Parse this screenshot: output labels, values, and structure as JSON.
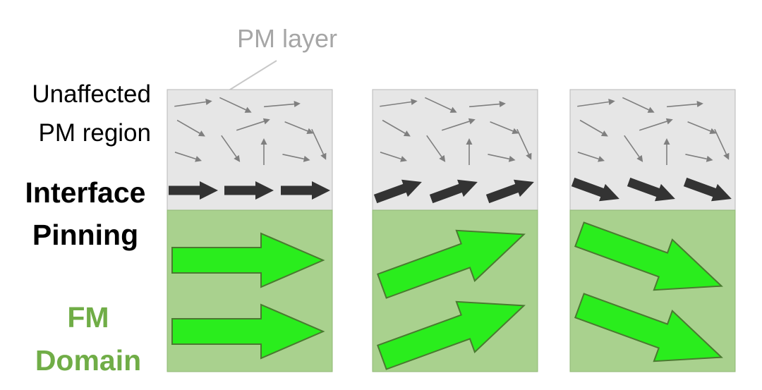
{
  "labels": {
    "pm_layer": "PM layer",
    "unaffected_line1": "Unaffected",
    "unaffected_line2": "PM region",
    "interface_line1": "Interface",
    "interface_line2": "Pinning",
    "fm_line1": "FM",
    "fm_line2": "Domain"
  },
  "colors": {
    "pm_fill": "#e6e6e6",
    "pm_border": "#b8b8b8",
    "fm_fill": "#a9d18e",
    "fm_arrow": "#2aed1d",
    "fm_arrow_border": "#4a7a30",
    "pinning_arrow": "#333333",
    "random_arrow": "#7f7f7f",
    "pm_label": "#a6a6a6",
    "fm_label": "#70ad47"
  },
  "panels": [
    {
      "name": "panel-1",
      "pinning_angle_deg": 0,
      "fm_angle_deg": 0
    },
    {
      "name": "panel-2",
      "pinning_angle_deg": -20,
      "fm_angle_deg": -20
    },
    {
      "name": "panel-3",
      "pinning_angle_deg": 20,
      "fm_angle_deg": 20
    }
  ]
}
